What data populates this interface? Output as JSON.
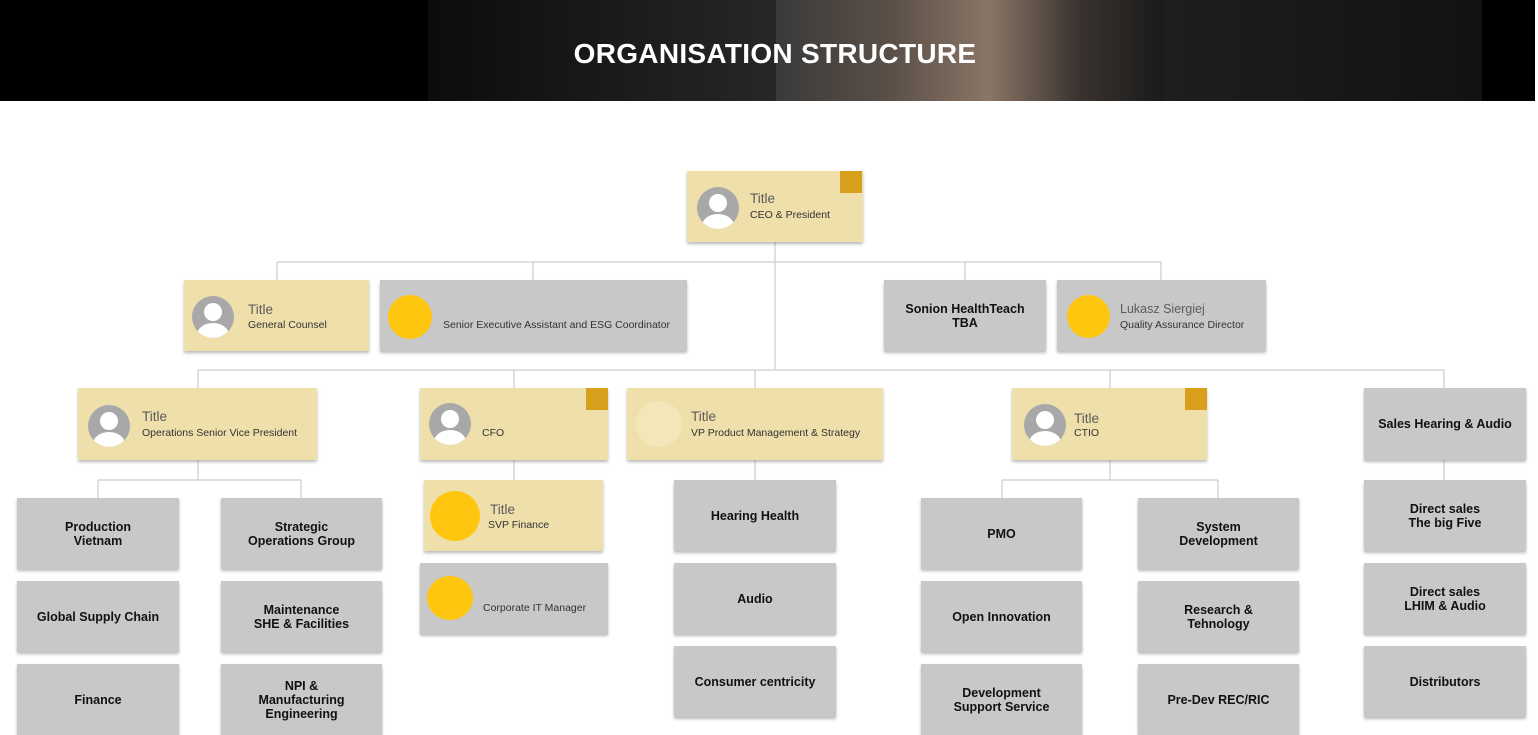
{
  "header": {
    "title": "ORGANISATION STRUCTURE"
  },
  "colors": {
    "person_card": "#efdfaa",
    "unit_card": "#c8c8c8",
    "flag": "#d79f1b",
    "photo": "#ffc60f",
    "connector": "#cccccc"
  },
  "chart": {
    "ceo": {
      "title": "Title",
      "role": "CEO & President"
    },
    "level1": {
      "general_counsel": {
        "title": "Title",
        "role": "General Counsel"
      },
      "senior_executive_assistant": {
        "role": "Senior Executive Assistant and ESG Coordinator"
      },
      "sonion_healthteach": {
        "label": "Sonion HealthTeach\nTBA"
      },
      "quality_assurance": {
        "name": "Lukasz Siergiej",
        "role": "Quality Assurance Director"
      }
    },
    "level2": {
      "operations": {
        "title": "Title",
        "role": "Operations Senior Vice President"
      },
      "cfo": {
        "role": "CFO"
      },
      "vp_product": {
        "title": "Title",
        "role": "VP Product Management & Strategy"
      },
      "ctio": {
        "title": "Title",
        "role": "CTIO"
      },
      "sales": {
        "label": "Sales Hearing & Audio"
      }
    },
    "operations_units": {
      "left": [
        "Production\nVietnam",
        "Global Supply Chain",
        "Finance"
      ],
      "right": [
        "Strategic\nOperations Group",
        "Maintenance\nSHE & Facilities",
        "NPI &\nManufacturing\nEngineering"
      ]
    },
    "cfo_reports": {
      "svp_finance": {
        "title": "Title",
        "role": "SVP Finance"
      },
      "it_manager": {
        "role": "Corporate IT Manager"
      }
    },
    "product_units": [
      "Hearing Health",
      "Audio",
      "Consumer centricity"
    ],
    "ctio_units": {
      "left": [
        "PMO",
        "Open Innovation",
        "Development\nSupport Service"
      ],
      "right": [
        "System\nDevelopment",
        "Research &\nTehnology",
        "Pre-Dev REC/RIC"
      ]
    },
    "sales_units": [
      "Direct sales\nThe big Five",
      "Direct sales\nLHIM & Audio",
      "Distributors"
    ]
  }
}
